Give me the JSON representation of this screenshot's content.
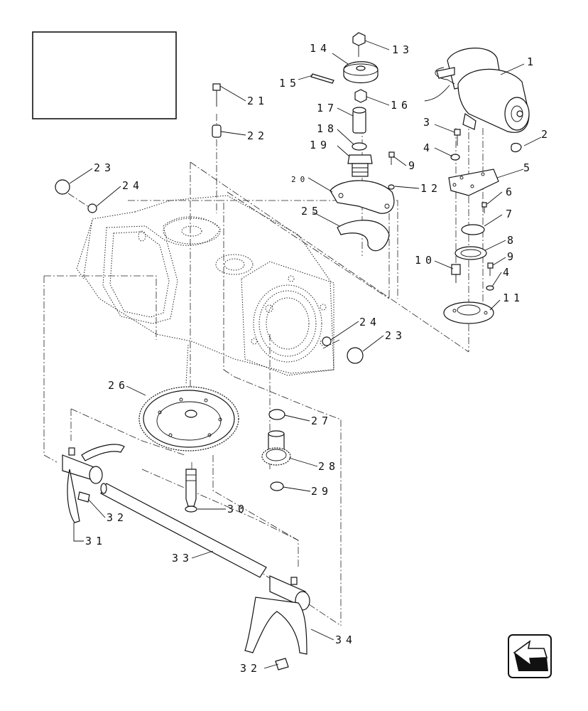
{
  "diagram": {
    "title_box_text": "",
    "labels": {
      "p1": "1",
      "p2": "2",
      "p3": "3",
      "p4a": "4",
      "p4b": "4",
      "p5": "5",
      "p6": "6",
      "p7": "7",
      "p8": "8",
      "p9a": "9",
      "p9b": "9",
      "p10": "10",
      "p11": "11",
      "p12": "12",
      "p13": "13",
      "p14": "14",
      "p15": "15",
      "p16": "16",
      "p17": "17",
      "p18": "18",
      "p19": "19",
      "p20": "20",
      "p21": "21",
      "p22": "22",
      "p23a": "23",
      "p23b": "23",
      "p24a": "24",
      "p24b": "24",
      "p25": "25",
      "p26": "26",
      "p27": "27",
      "p28": "28",
      "p29": "29",
      "p30": "30",
      "p31": "31",
      "p32a": "32",
      "p32b": "32",
      "p33": "33",
      "p34": "34"
    },
    "nav_icon": "arrow-pointer-icon"
  }
}
